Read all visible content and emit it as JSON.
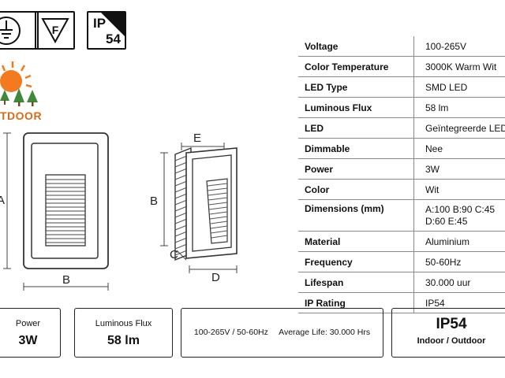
{
  "certifications": {
    "icons": [
      "earth-ground-icon",
      "f-mark-icon",
      "ip-rating-icon"
    ],
    "ip_label_top": "IP",
    "ip_label_bottom": "54"
  },
  "outdoor_logo": {
    "text": "TDOOR",
    "sun_color": "#f47a1f",
    "tree_color": "#3f8a3a",
    "text_color": "#d96a1a"
  },
  "drawing": {
    "front_labels": {
      "height": "A",
      "width": "B"
    },
    "side_labels": {
      "top": "E",
      "height": "B",
      "corner": "C",
      "depth": "D"
    }
  },
  "specs": [
    {
      "label": "Voltage",
      "value": "100-265V"
    },
    {
      "label": "Color Temperature",
      "value": "3000K Warm Wit"
    },
    {
      "label": "LED Type",
      "value": "SMD LED"
    },
    {
      "label": "Luminous Flux",
      "value": "58 lm"
    },
    {
      "label": "LED",
      "value": "Geïntegreerde LED"
    },
    {
      "label": "Dimmable",
      "value": "Nee"
    },
    {
      "label": "Power",
      "value": "3W"
    },
    {
      "label": "Color",
      "value": "Wit"
    },
    {
      "label": "Dimensions (mm)",
      "value": "A:100 B:90 C:45 D:60 E:45"
    },
    {
      "label": "Material",
      "value": "Aluminium"
    },
    {
      "label": "Frequency",
      "value": "50-60Hz"
    },
    {
      "label": "Lifespan",
      "value": "30.000 uur"
    },
    {
      "label": "IP Rating",
      "value": "IP54"
    }
  ],
  "bottom": {
    "power": {
      "label": "Power",
      "value": "3W"
    },
    "flux": {
      "label": "Luminous Flux",
      "value": "58 lm"
    },
    "electrical": {
      "voltage": "100-265V / 50-60Hz",
      "life": "Average Life: 30.000 Hrs"
    },
    "ip": {
      "rating": "IP54",
      "usage": "Indoor / Outdoor"
    }
  }
}
